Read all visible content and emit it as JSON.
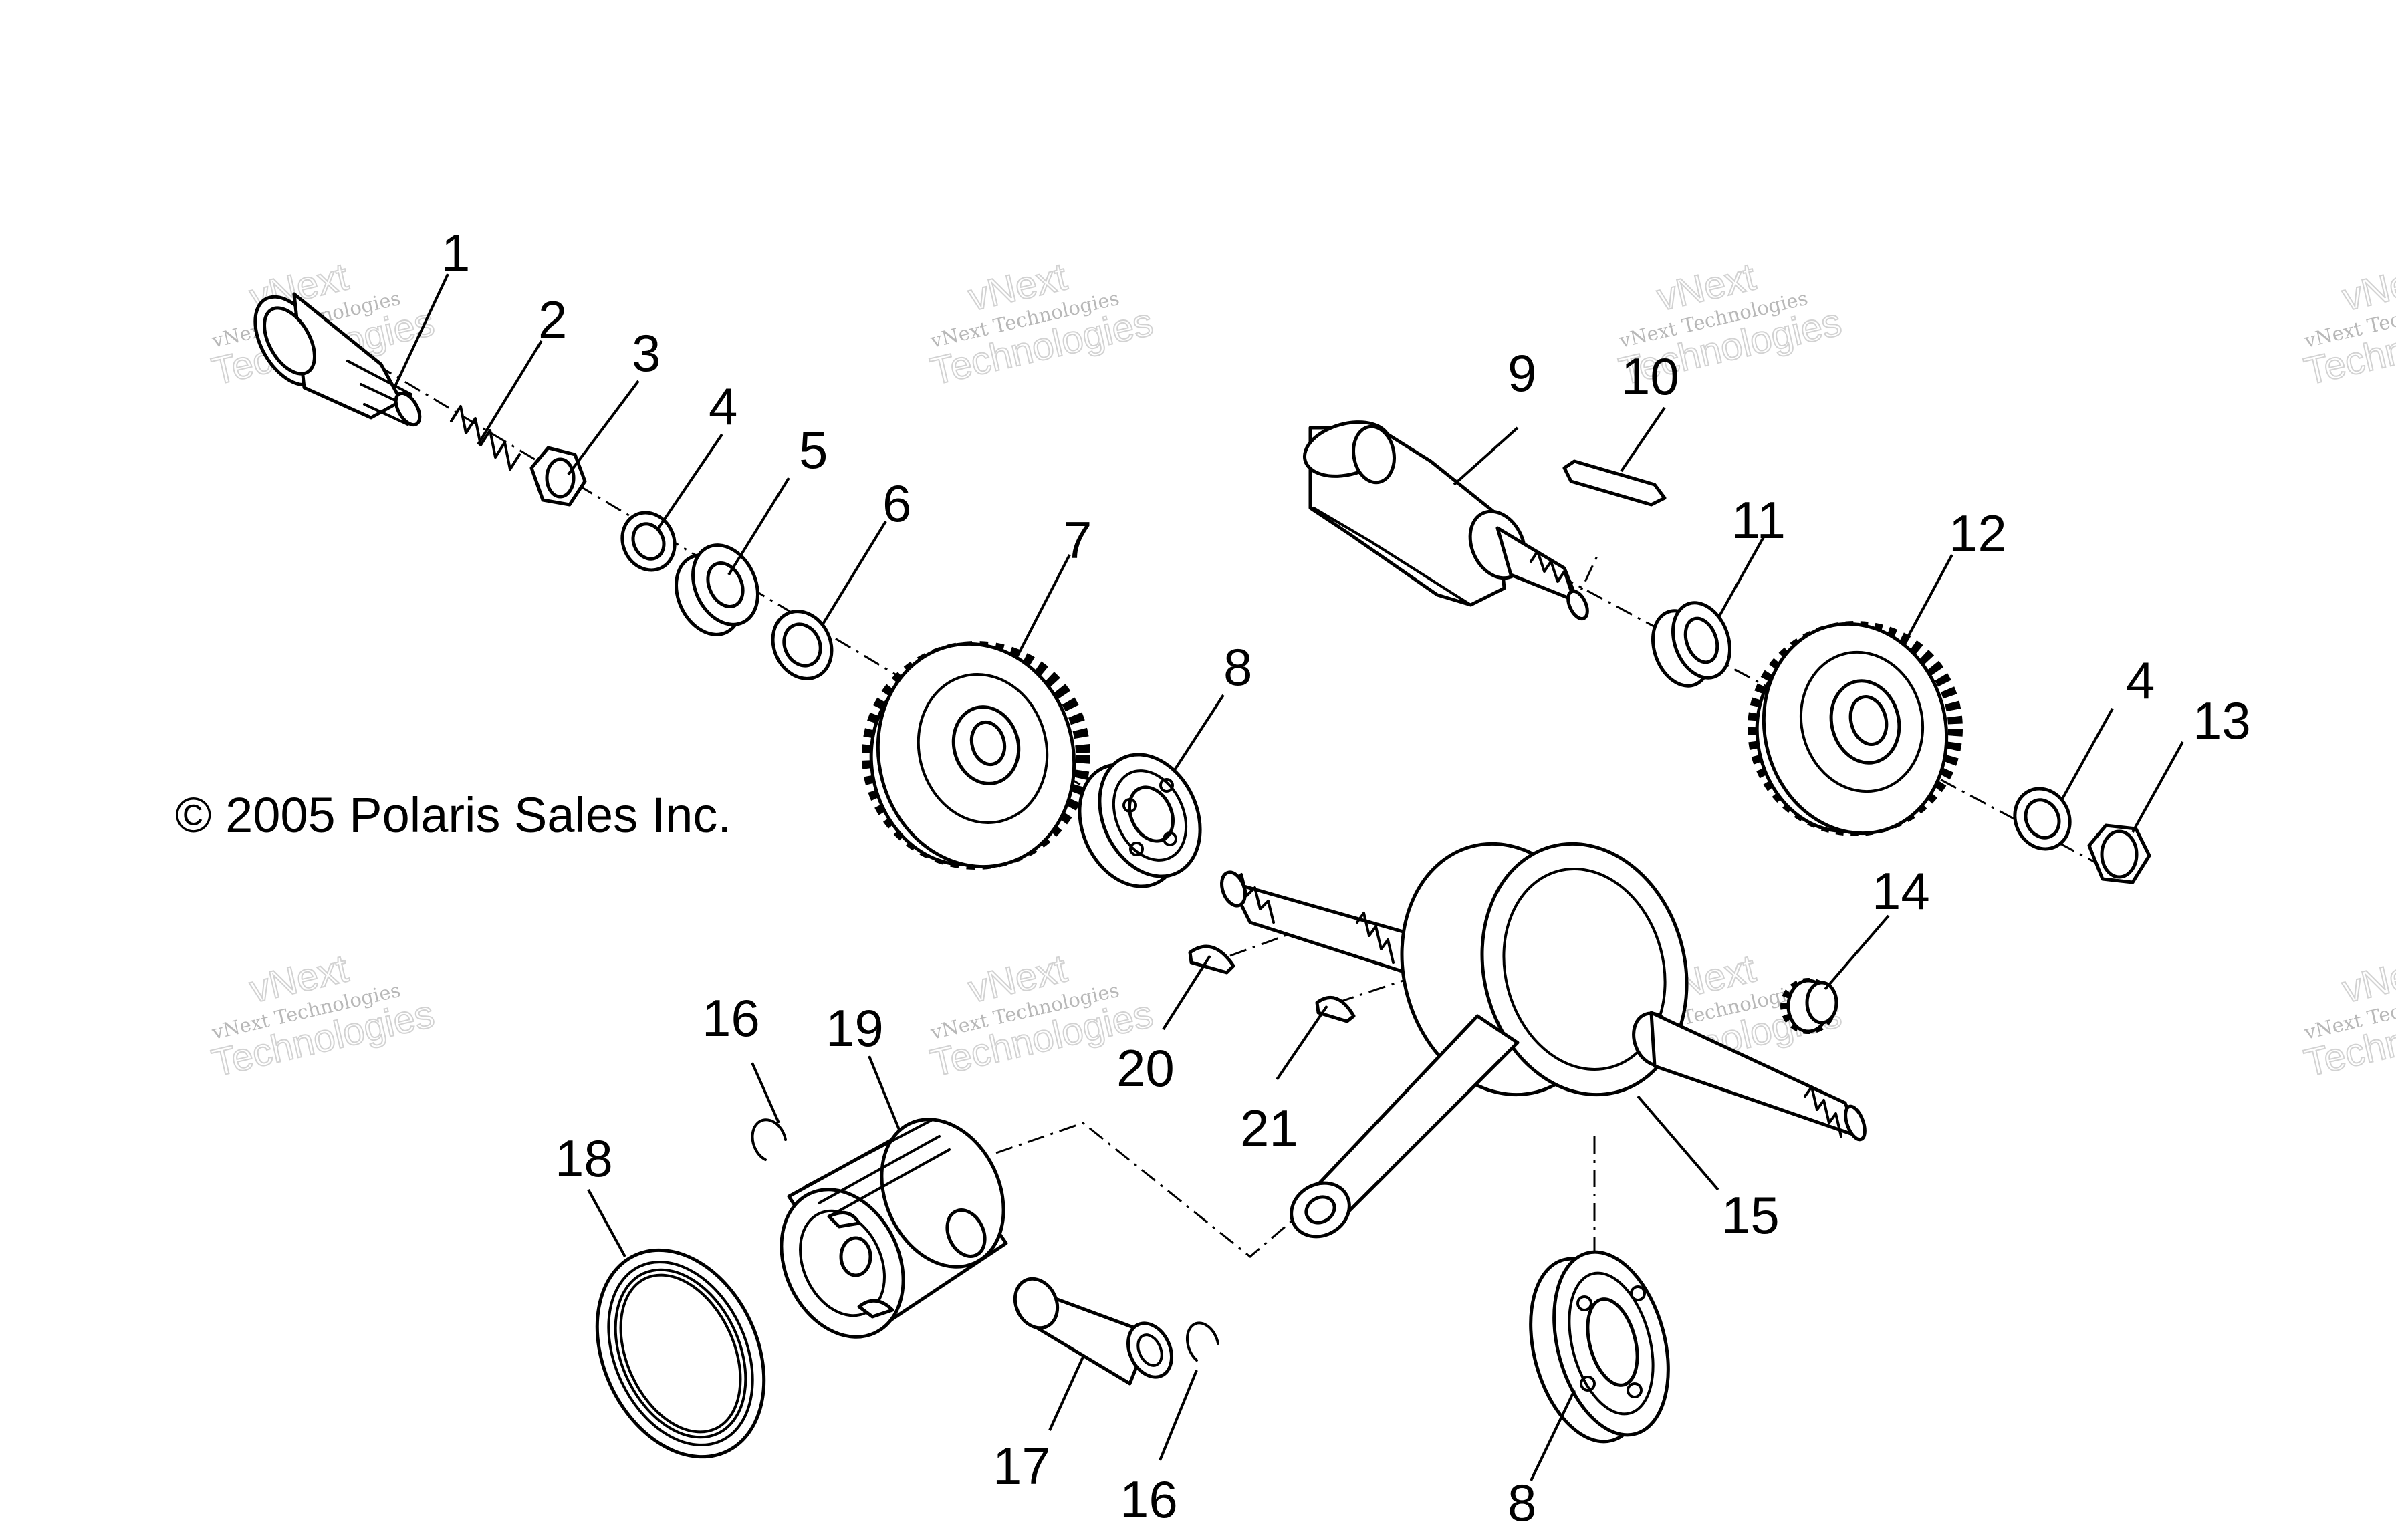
{
  "copyright": "© 2005 Polaris Sales Inc.",
  "watermark": {
    "top_text": "vNext",
    "small_text": "vNext Technologies",
    "big_text": "Technologies"
  },
  "callouts": [
    "1",
    "2",
    "3",
    "4",
    "5",
    "6",
    "7",
    "8",
    "9",
    "10",
    "11",
    "12",
    "4",
    "13",
    "14",
    "20",
    "21",
    "16",
    "19",
    "18",
    "15",
    "17",
    "16",
    "8"
  ],
  "colors": {
    "line": "#000000",
    "background": "#ffffff",
    "watermark": "#b8b8b8"
  }
}
